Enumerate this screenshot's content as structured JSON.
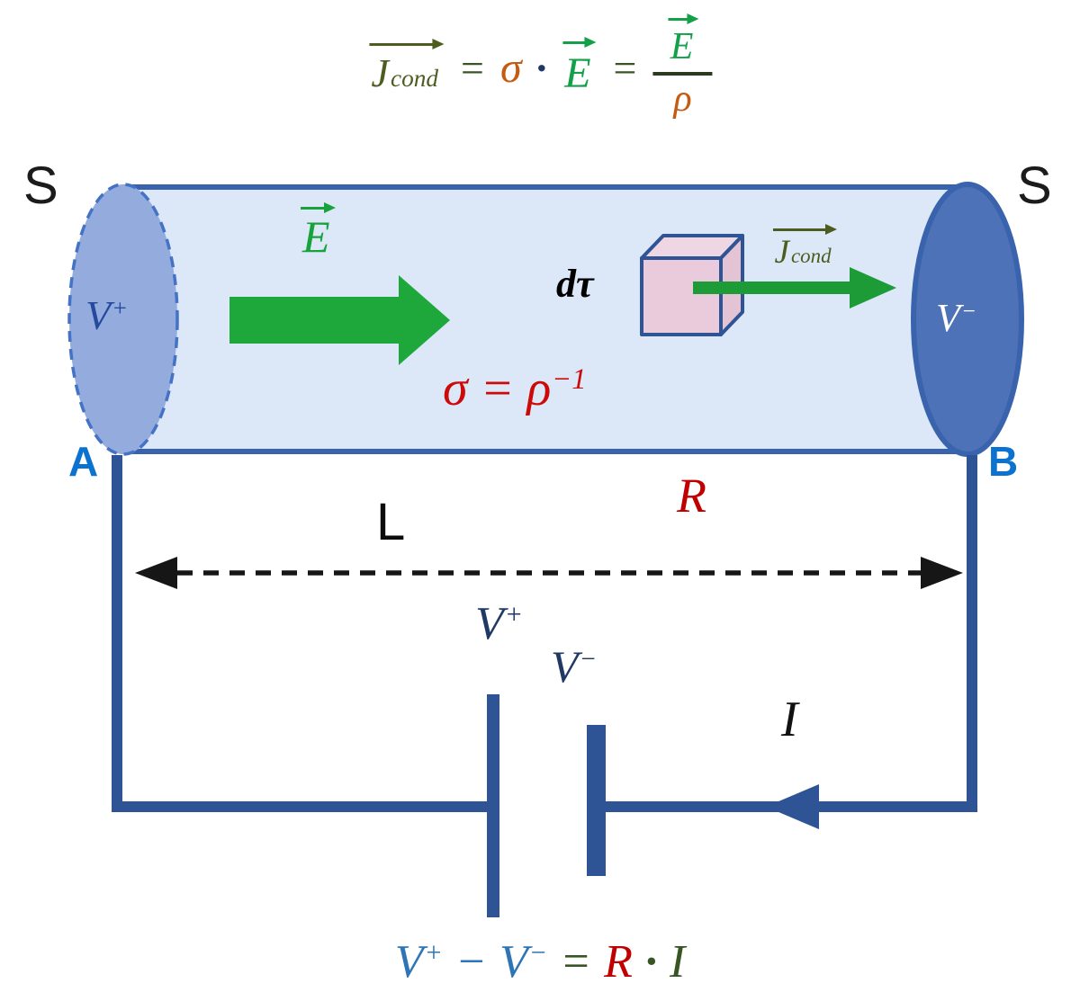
{
  "palette": {
    "dark_blue": "#2e5496",
    "cylinder_outline": "#3a63ad",
    "cylinder_fill": "#dce7f7",
    "left_cap_fill": "#94abdd",
    "right_cap_fill": "#4e72b8",
    "green_arrow": "#1ea83c",
    "dark_green_text": "#375623",
    "olive_jcond": "#4d5d20",
    "orange": "#c55a11",
    "red": "#c00000",
    "label_blue": "#0b72cf",
    "formula_blue": "#2e75b6",
    "cube_pink": "#eacbdc",
    "black": "#161616"
  },
  "top_formula": {
    "j_main": "J",
    "j_sub": "cond",
    "equals1": "=",
    "sigma": "σ",
    "cdot": "·",
    "e_vec": "E",
    "equals2": "=",
    "frac_num": "E",
    "frac_den": "ρ"
  },
  "cylinder": {
    "s_left": "S",
    "s_right": "S",
    "v_plus_base": "V",
    "v_plus_sup": "+",
    "v_minus_base": "V",
    "v_minus_sup": "−",
    "e_field": "E",
    "d_tau": "dτ",
    "j_main": "J",
    "j_sub": "cond",
    "sigma_base": "σ = ρ",
    "sigma_sup": "−1"
  },
  "measure": {
    "a": "A",
    "b": "B",
    "r": "R",
    "l": "L"
  },
  "circuit": {
    "v_plus_base": "V",
    "v_plus_sup": "+",
    "v_minus_base": "V",
    "v_minus_sup": "−",
    "current": "I"
  },
  "bottom_formula": {
    "v_plus_base": "V",
    "v_plus_sup": "+",
    "minus": "−",
    "v_minus_base": "V",
    "v_minus_sup": "−",
    "equals": "=",
    "r": "R",
    "cdot": "·",
    "i": "I"
  }
}
